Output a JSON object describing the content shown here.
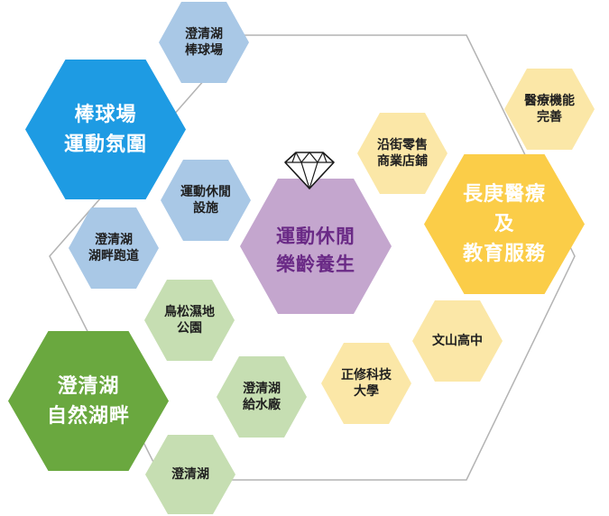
{
  "diagram": {
    "colors": {
      "blue": "#1e9be3",
      "light_blue": "#a9c8e6",
      "green": "#6aa83f",
      "light_green": "#c6deb2",
      "yellow": "#fbcd48",
      "light_yellow": "#fbe7a7",
      "purple": "#c4a6ce",
      "purple_text": "#6a2a86",
      "outline": "#b3b3b3"
    },
    "center": {
      "label": "運動休閒\n樂齡養生",
      "icon": "diamond-icon"
    },
    "major": {
      "baseball": "棒球場\n運動氛圍",
      "lake": "澄清湖\n自然湖畔",
      "hospital": "長庚醫療\n及\n教育服務"
    },
    "minor": {
      "lake_baseball": "澄清湖\n棒球場",
      "leisure_facilities": "運動休閒\n設施",
      "lakeside_path": "澄清湖\n湖畔跑道",
      "wetland_park": "鳥松濕地\n公園",
      "waterworks": "澄清湖\n給水廠",
      "lake": "澄清湖",
      "retail": "沿街零售\n商業店鋪",
      "medical": "醫療機能\n完善",
      "wenshan_high": "文山高中",
      "cheng_shiu": "正修科技\n大學"
    }
  }
}
